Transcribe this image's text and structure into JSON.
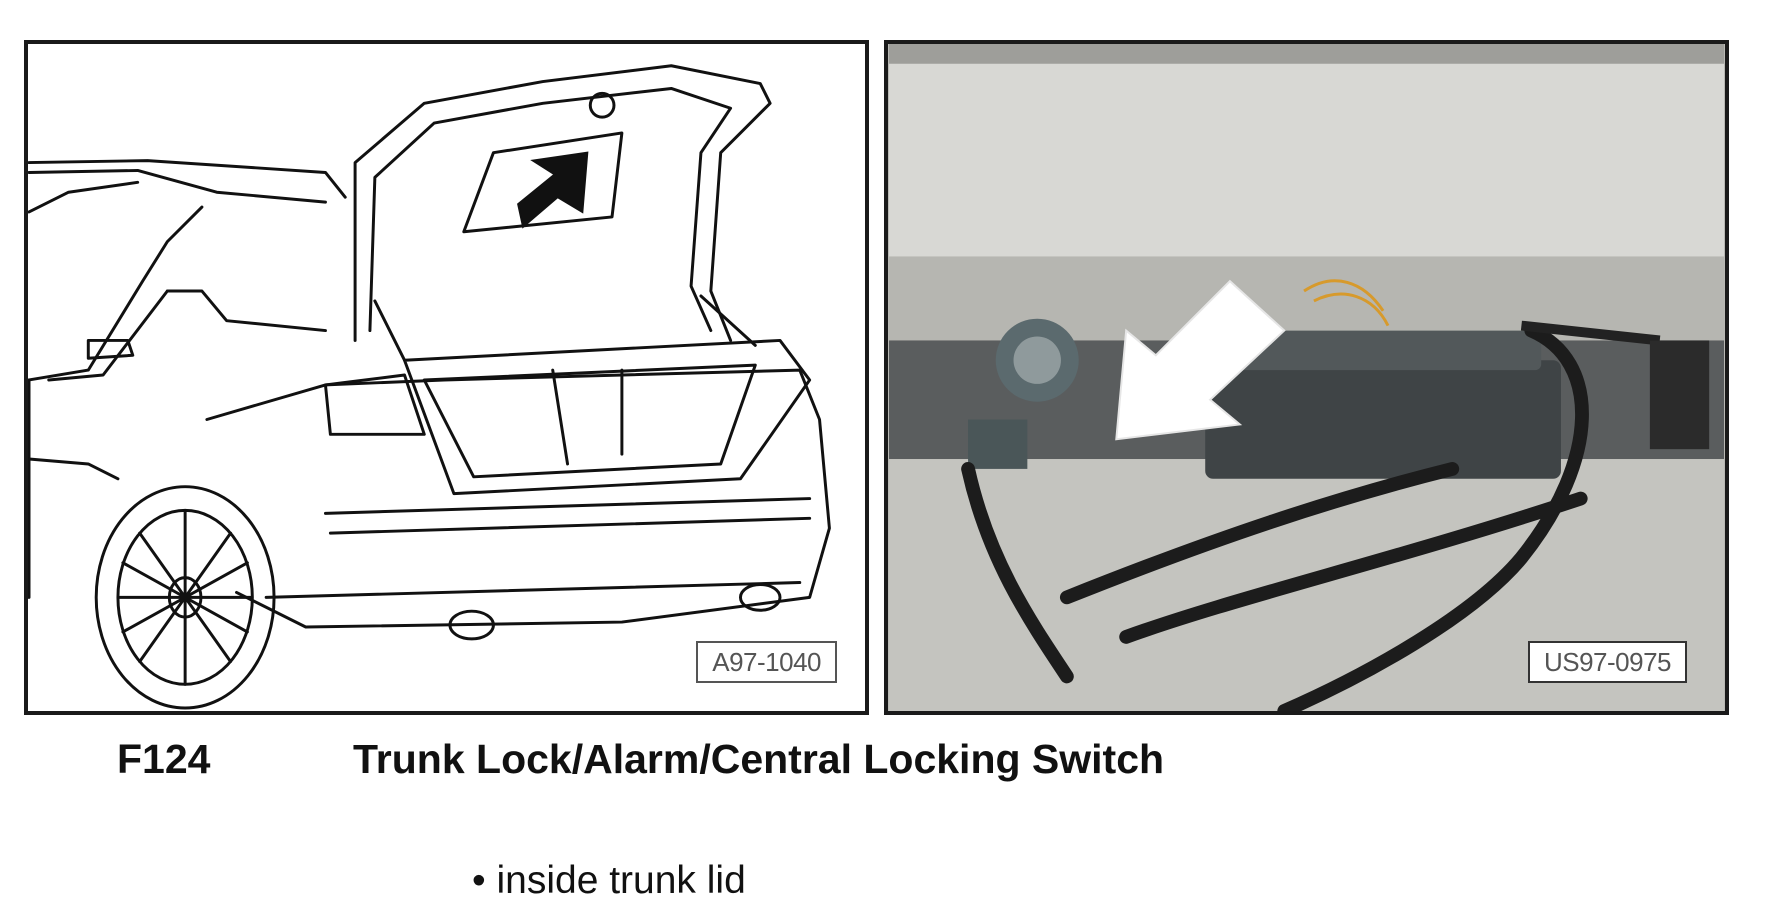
{
  "drawing": {
    "reference": "A97-1040"
  },
  "photo": {
    "reference": "US97-0975"
  },
  "component": {
    "code": "F124",
    "title": "Trunk Lock/Alarm/Central Locking Switch",
    "location": "• inside trunk lid"
  }
}
